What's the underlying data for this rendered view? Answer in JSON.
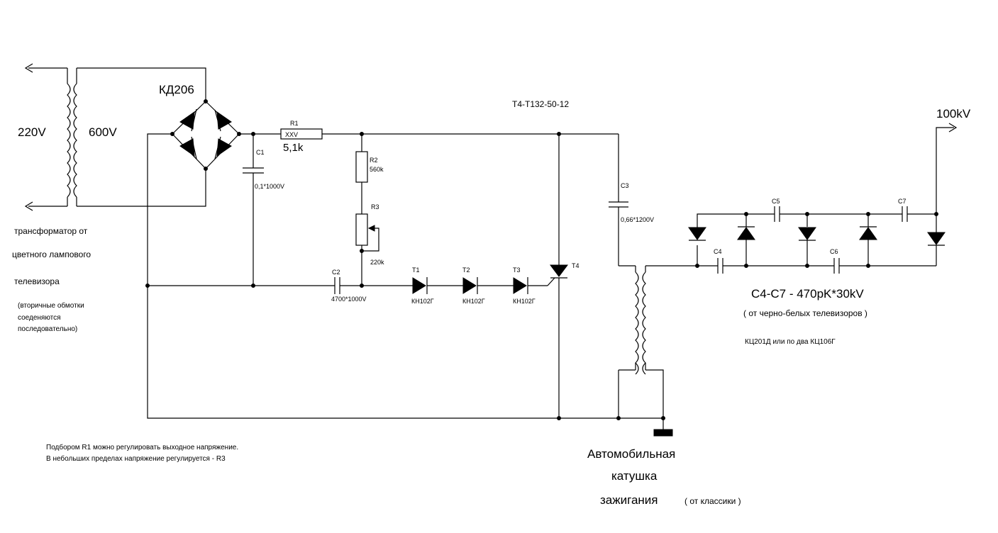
{
  "labels": {
    "v220": "220V",
    "v600": "600V",
    "kd206": "КД206",
    "t4_type": "T4-T132-50-12",
    "out_100kv": "100kV",
    "r1": "R1",
    "r1_code": "XXV",
    "r1_value": "5,1k",
    "c1": "C1",
    "c1_value": "0,1*1000V",
    "r2": "R2",
    "r2_value": "560k",
    "r3": "R3",
    "r3_value": "220k",
    "c2": "C2",
    "c2_value": "4700*1000V",
    "t1": "T1",
    "t2": "T2",
    "t3": "T3",
    "kn_1": "КН102Г",
    "kn_2": "КН102Г",
    "kn_3": "КН102Г",
    "t4": "T4",
    "c3": "C3",
    "c3_value": "0,66*1200V",
    "c4": "C4",
    "c5": "C5",
    "c6": "C6",
    "c7": "C7",
    "mult_caps": "C4-C7 - 470pK*30kV",
    "mult_caps_source": "( от черно-белых телевизоров )",
    "mult_diodes": "КЦ201Д или по два КЦ106Г",
    "transformer_line1": "трансформатор от",
    "transformer_line2": "цветного лампового",
    "transformer_line3": "телевизора",
    "secondary_note1": "(вторичные обмотки",
    "secondary_note2": "соеденяются",
    "secondary_note3": "последовательно)",
    "note_line1": "Подбором R1 можно регулировать выходное напряжение.",
    "note_line2": "В небольших пределах напряжение регулируется - R3",
    "coil_line1": "Автомобильная",
    "coil_line2": "катушка",
    "coil_line3": "зажигания",
    "coil_source": "( от   классики )"
  }
}
